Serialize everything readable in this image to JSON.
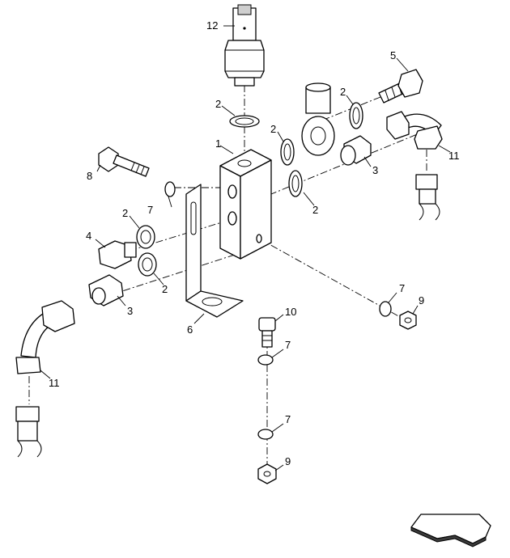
{
  "callouts": {
    "c1": "1",
    "c2a": "2",
    "c2b": "2",
    "c2c": "2",
    "c2d": "2",
    "c2e": "2",
    "c2f": "2",
    "c3a": "3",
    "c3b": "3",
    "c4": "4",
    "c5": "5",
    "c6": "6",
    "c7a": "7",
    "c7b": "7",
    "c7c": "7",
    "c7d": "7",
    "c8": "8",
    "c9a": "9",
    "c9b": "9",
    "c10": "10",
    "c11a": "11",
    "c11b": "11",
    "c12": "12"
  },
  "icons": {
    "nav_arrow": "navigation-arrow-icon"
  }
}
